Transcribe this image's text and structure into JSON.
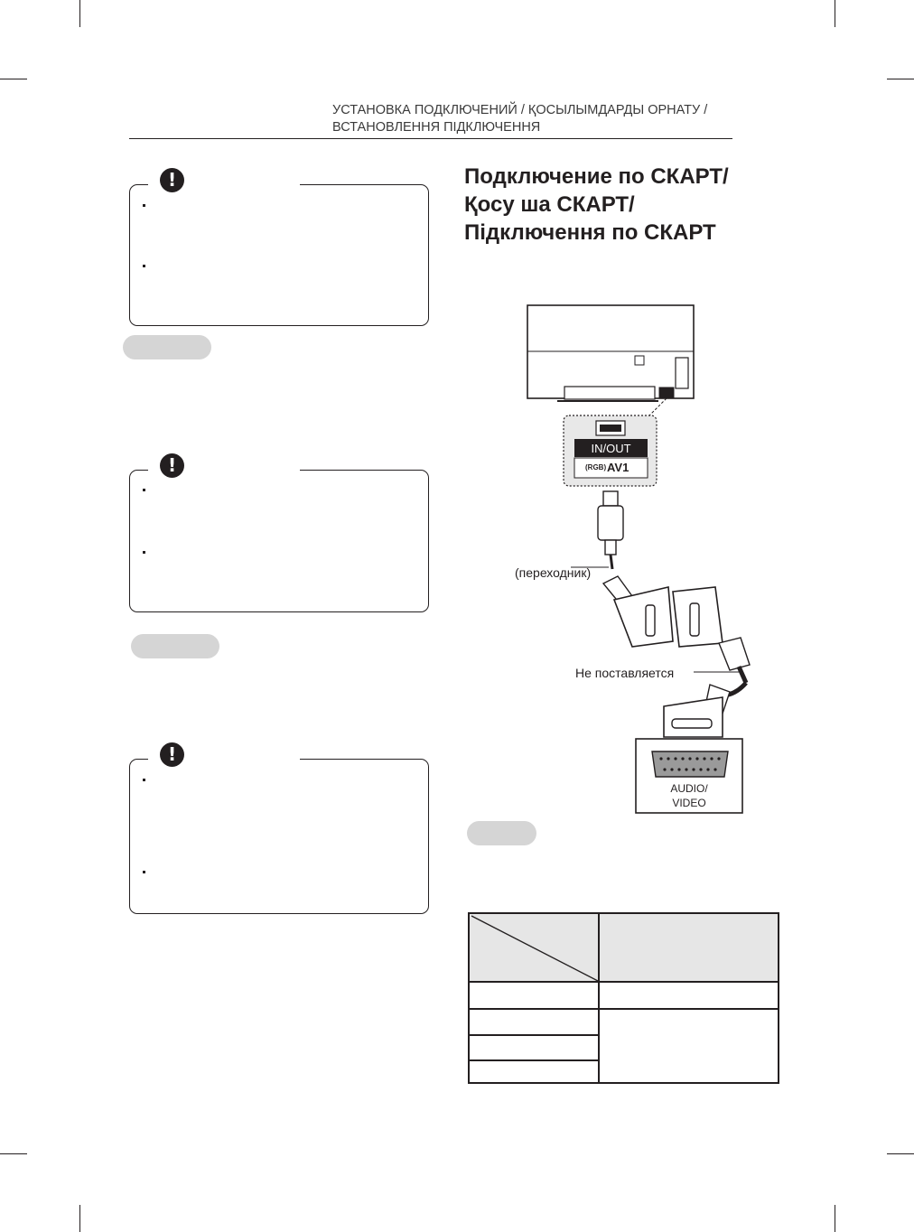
{
  "header": {
    "line1": "УСТАНОВКА ПОДКЛЮЧЕНИЙ / ҚОСЫЛЫМДАРДЫ ОРНАТУ /",
    "line2": "ВСТАНОВЛЕННЯ ПІДКЛЮЧЕННЯ"
  },
  "section": {
    "title_lines": [
      "Подключение по СКАРТ/",
      "Қосу ша СКАРТ/",
      "Підключення по СКАРТ"
    ]
  },
  "diagram": {
    "port_label": "IN/OUT",
    "port_sub_rgb": "(RGB)",
    "port_sub_av": "AV1",
    "adapter_label": "(переходник)",
    "cable_label": "Не поставляется",
    "device_label_line1": "AUDIO/",
    "device_label_line2": "VIDEO"
  },
  "colors": {
    "ink": "#231f20",
    "pill_gray": "#d5d5d5",
    "table_header_bg": "#e6e6e6",
    "port_panel_bg": "#e8e8e8"
  },
  "icons": [
    "caution-icon",
    "bullet-icon"
  ]
}
